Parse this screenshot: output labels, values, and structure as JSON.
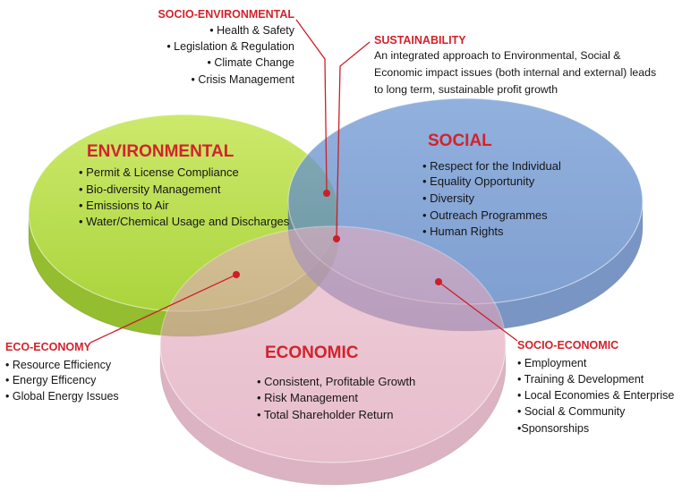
{
  "discs": {
    "environmental": {
      "title": "ENVIRONMENTAL",
      "items": [
        "• Permit & License Compliance",
        "• Bio-diversity Management",
        "• Emissions to Air",
        "• Water/Chemical Usage and Discharges"
      ]
    },
    "social": {
      "title": "SOCIAL",
      "items": [
        "• Respect for the Individual",
        "• Equality Opportunity",
        "• Diversity",
        "• Outreach Programmes",
        "• Human Rights"
      ]
    },
    "economic": {
      "title": "ECONOMIC",
      "items": [
        "• Consistent, Profitable Growth",
        "• Risk Management",
        "• Total Shareholder Return"
      ]
    }
  },
  "callouts": {
    "socio_environmental": {
      "title": "SOCIO-ENVIRONMENTAL",
      "items": [
        "• Health & Safety",
        "• Legislation & Regulation",
        "• Climate Change",
        "• Crisis Management"
      ]
    },
    "sustainability": {
      "title": "SUSTAINABILITY",
      "lines": [
        "An integrated approach to Environmental, Social &",
        "Economic impact issues (both internal and external) leads",
        "to long term, sustainable profit growth"
      ]
    },
    "eco_economy": {
      "title": "ECO-ECONOMY",
      "items": [
        "• Resource Efficiency",
        "• Energy Efficency",
        "• Global Energy Issues"
      ]
    },
    "socio_economic": {
      "title": "SOCIO-ECONOMIC",
      "items": [
        "• Employment",
        "• Training & Development",
        "• Local Economies & Enterprise",
        "• Social & Community",
        "•Sponsorships"
      ]
    }
  },
  "colors": {
    "heading_red": "#d3232b",
    "leader_line": "#cc1f28",
    "environmental_light": "#cde96c",
    "environmental_dark": "#aad43c",
    "environmental_side": "#94bd2f",
    "social_light": "#6e97d3",
    "social_dark": "#5580c2",
    "social_side": "#4d72af",
    "economic_light": "#e6afc2",
    "economic_dark": "#d996ae",
    "economic_side": "#c8869e"
  }
}
